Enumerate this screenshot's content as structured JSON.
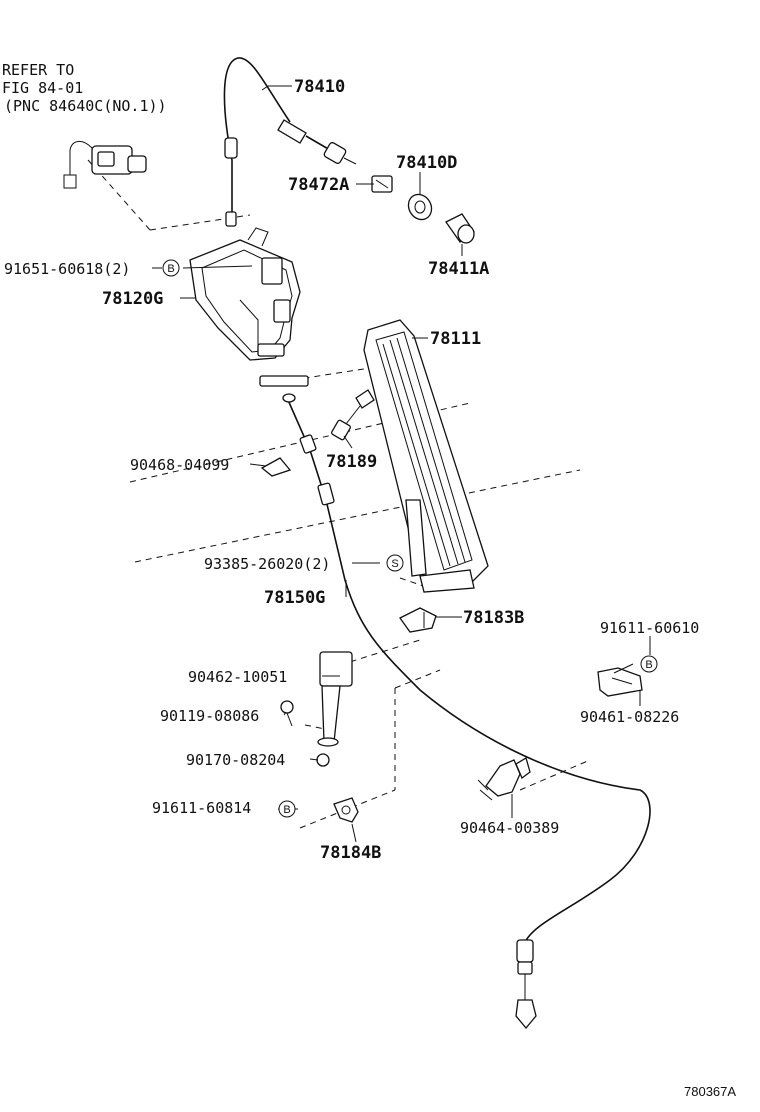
{
  "labels": {
    "ref_line1": "REFER TO",
    "ref_line2": "FIG 84-01",
    "ref_line3": "(PNC 84640C(NO.1))",
    "p78410": "78410",
    "p78410D": "78410D",
    "p78472A": "78472A",
    "p78411A": "78411A",
    "p91651": "91651-60618(2)",
    "p78120G": "78120G",
    "p78111": "78111",
    "p90468": "90468-04099",
    "p78189": "78189",
    "p93385": "93385-26020(2)",
    "p78150G": "78150G",
    "p78183B": "78183B",
    "p91611a": "91611-60610",
    "p90461": "90461-08226",
    "p90462": "90462-10051",
    "p90119": "90119-08086",
    "p90170": "90170-08204",
    "p91611b": "91611-60814",
    "p90464": "90464-00389",
    "p78184B": "78184B",
    "figure_code": "780367A"
  },
  "markers": {
    "b1": "B",
    "b2": "B",
    "b3": "B",
    "s1": "S"
  }
}
